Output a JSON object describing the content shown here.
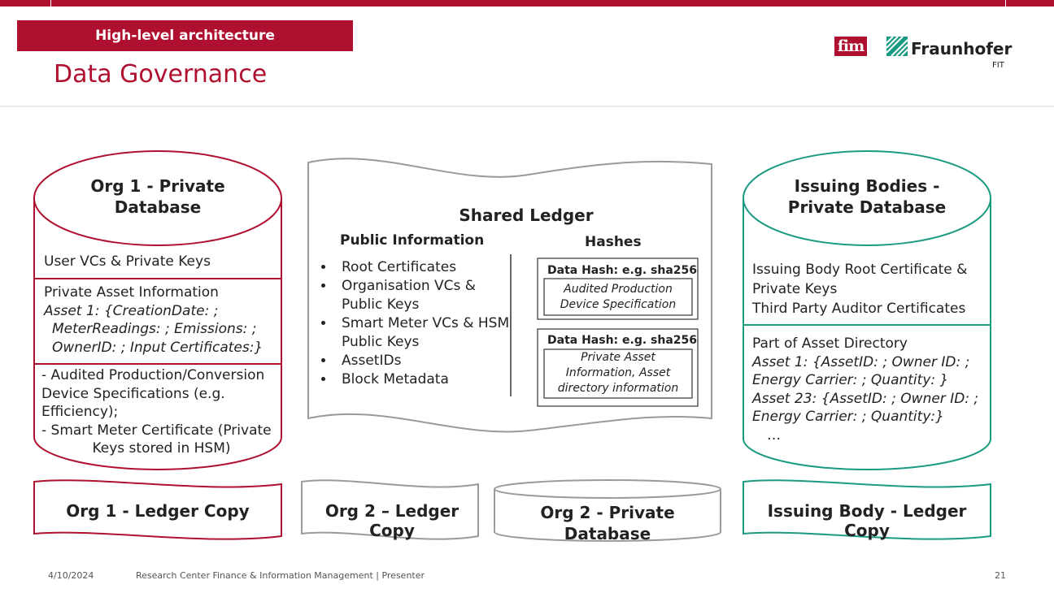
{
  "header": {
    "banner": "High-level architecture",
    "title": "Data Governance"
  },
  "logos": {
    "fim": "fim",
    "fraunhofer": "Fraunhofer",
    "fraunhofer_sub": "FIT"
  },
  "org1_db": {
    "title_line1": "Org 1 - Private",
    "title_line2": "Database",
    "section1": "User VCs & Private Keys",
    "section2_title": "Private Asset Information",
    "section2_line1": "Asset 1: {CreationDate: ;",
    "section2_line2": "MeterReadings: ; Emissions: ;",
    "section2_line3": "OwnerID: ; Input Certificates:}",
    "section3_line1": "- Audited Production/Conversion",
    "section3_line2": "Device Specifications (e.g.",
    "section3_line3": "Efficiency);",
    "section3_line4": "- Smart Meter Certificate (Private",
    "section3_line5": "Keys stored in HSM)"
  },
  "shared_ledger": {
    "title": "Shared Ledger",
    "public_title": "Public Information",
    "public_items": [
      "Root Certificates",
      "Organisation VCs & Public Keys",
      "Smart Meter VCs & HSM Public Keys",
      "AssetIDs",
      "Block Metadata"
    ],
    "hashes_title": "Hashes",
    "hash1_title": "Data Hash: e.g. sha256",
    "hash1_line1": "Audited Production",
    "hash1_line2": "Device Specification",
    "hash2_title": "Data Hash: e.g. sha256",
    "hash2_line1": "Private Asset",
    "hash2_line2": "Information, Asset",
    "hash2_line3": "directory information"
  },
  "issuing_db": {
    "title_line1": "Issuing Bodies -",
    "title_line2": "Private Database",
    "section1_line1": "Issuing Body Root Certificate &",
    "section1_line2": "Private Keys",
    "section1_line3": "Third Party Auditor Certificates",
    "section2_title": "Part of Asset Directory",
    "section2_line1": "Asset 1: {AssetID: ; Owner ID: ;",
    "section2_line2": "Energy Carrier: ; Quantity: }",
    "section2_line3": "Asset 23: {AssetID: ; Owner ID: ;",
    "section2_line4": "Energy Carrier: ; Quantity:}",
    "section2_line5": "…"
  },
  "bottom": {
    "org1_ledger": "Org 1 - Ledger Copy",
    "org2_ledger": "Org 2 – Ledger Copy",
    "org2_db_line1": "Org 2 - Private",
    "org2_db_line2": "Database",
    "issuing_ledger": "Issuing Body - Ledger Copy"
  },
  "footer": {
    "date": "4/10/2024",
    "center": "Research Center Finance & Information Management | Presenter",
    "page": "21"
  },
  "colors": {
    "brand": "#b0102f",
    "teal": "#1a9a80",
    "gray": "#888888"
  }
}
